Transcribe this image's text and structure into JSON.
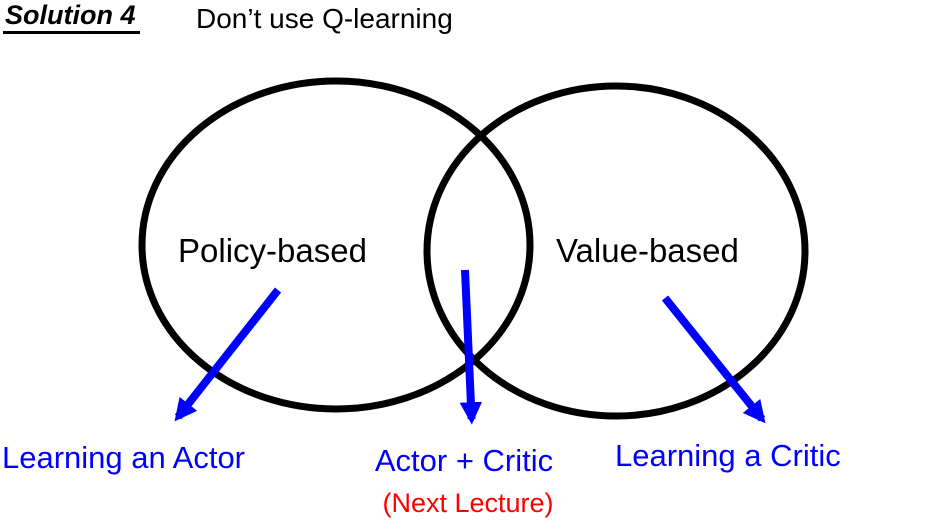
{
  "header": {
    "title": "Solution 4",
    "subtitle": "Don’t use Q-learning"
  },
  "venn": {
    "left_circle_label": "Policy-based",
    "right_circle_label": "Value-based"
  },
  "annotations": {
    "left_arrow_target": "Learning an Actor",
    "middle_arrow_target": "Actor + Critic",
    "middle_note": "(Next Lecture)",
    "right_arrow_target": "Learning a Critic"
  },
  "colors": {
    "text": "#000000",
    "circle_stroke": "#000000",
    "arrow_blue": "#0000ff",
    "note_red": "#ff0000"
  }
}
